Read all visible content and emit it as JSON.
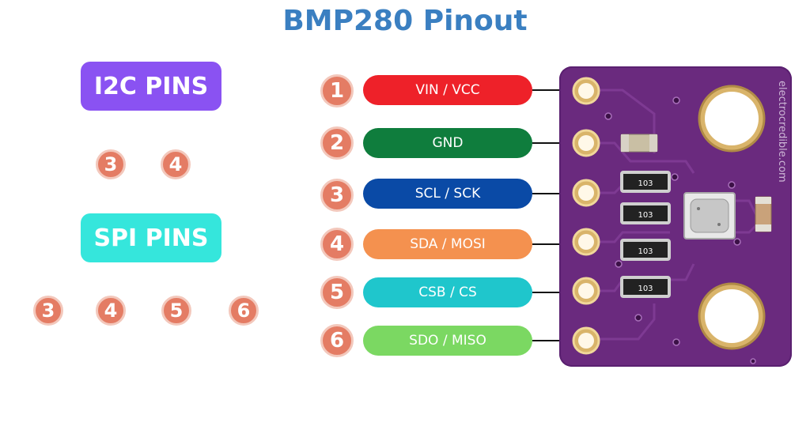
{
  "title": "BMP280 Pinout",
  "groups": {
    "i2c": {
      "label": "I2C PINS",
      "pins": [
        "3",
        "4"
      ]
    },
    "spi": {
      "label": "SPI PINS",
      "pins": [
        "3",
        "4",
        "5",
        "6"
      ]
    }
  },
  "pins": [
    {
      "number": "1",
      "label": "VIN / VCC",
      "color": "#ee2129"
    },
    {
      "number": "2",
      "label": "GND",
      "color": "#0f7d3d"
    },
    {
      "number": "3",
      "label": "SCL / SCK",
      "color": "#0a4aa6"
    },
    {
      "number": "4",
      "label": "SDA / MOSI",
      "color": "#f4914f"
    },
    {
      "number": "5",
      "label": "CSB / CS",
      "color": "#1fc6cc"
    },
    {
      "number": "6",
      "label": "SDO / MISO",
      "color": "#7bd862"
    }
  ],
  "board": {
    "watermark": "electrocredible.com",
    "resistor_labels": [
      "103",
      "103",
      "103",
      "103"
    ]
  },
  "colors": {
    "title": "#3a7fc1",
    "badge": "#e47c64",
    "board": "#6a2a7e"
  }
}
